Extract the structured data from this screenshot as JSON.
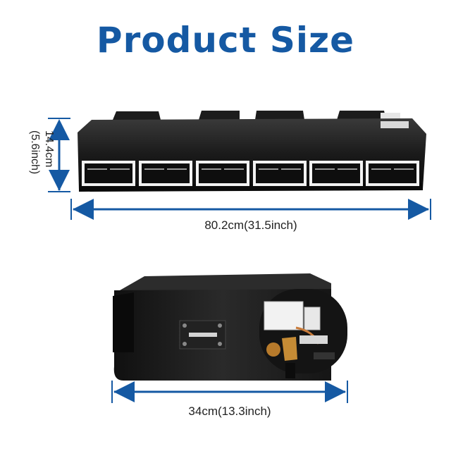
{
  "title": "Product Size",
  "top_product": {
    "height_cm": "14.4cm",
    "height_in": "(5.6inch)",
    "width_label": "80.2cm(31.5inch)"
  },
  "side_product": {
    "depth_label": "34cm(13.3inch)"
  },
  "colors": {
    "accent": "#1559a3",
    "unit_body": "#1a1a1a"
  }
}
